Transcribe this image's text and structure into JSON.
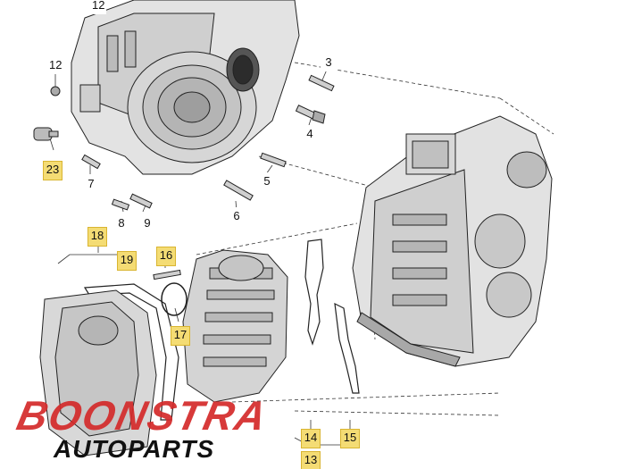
{
  "callouts": [
    {
      "id": "12a",
      "label": "12",
      "highlight": false
    },
    {
      "id": "12b",
      "label": "12",
      "highlight": false
    },
    {
      "id": "3",
      "label": "3",
      "highlight": false
    },
    {
      "id": "4",
      "label": "4",
      "highlight": false
    },
    {
      "id": "23",
      "label": "23",
      "highlight": true
    },
    {
      "id": "7",
      "label": "7",
      "highlight": false
    },
    {
      "id": "5",
      "label": "5",
      "highlight": false
    },
    {
      "id": "8",
      "label": "8",
      "highlight": false
    },
    {
      "id": "9",
      "label": "9",
      "highlight": false
    },
    {
      "id": "6",
      "label": "6",
      "highlight": false
    },
    {
      "id": "18",
      "label": "18",
      "highlight": true
    },
    {
      "id": "19",
      "label": "19",
      "highlight": true
    },
    {
      "id": "16",
      "label": "16",
      "highlight": true
    },
    {
      "id": "17",
      "label": "17",
      "highlight": true
    },
    {
      "id": "14",
      "label": "14",
      "highlight": true
    },
    {
      "id": "15",
      "label": "15",
      "highlight": true
    },
    {
      "id": "13",
      "label": "13",
      "highlight": true
    }
  ],
  "watermark": {
    "brand_top": "BOONSTRA",
    "brand_bottom": "AUTOPARTS",
    "brand_color": "#d42a2a"
  },
  "colors": {
    "line": "#222222",
    "callout_highlight": "#f4dc74",
    "part_fill": "#e6e6e6",
    "part_shade": "#bdbdbd"
  }
}
